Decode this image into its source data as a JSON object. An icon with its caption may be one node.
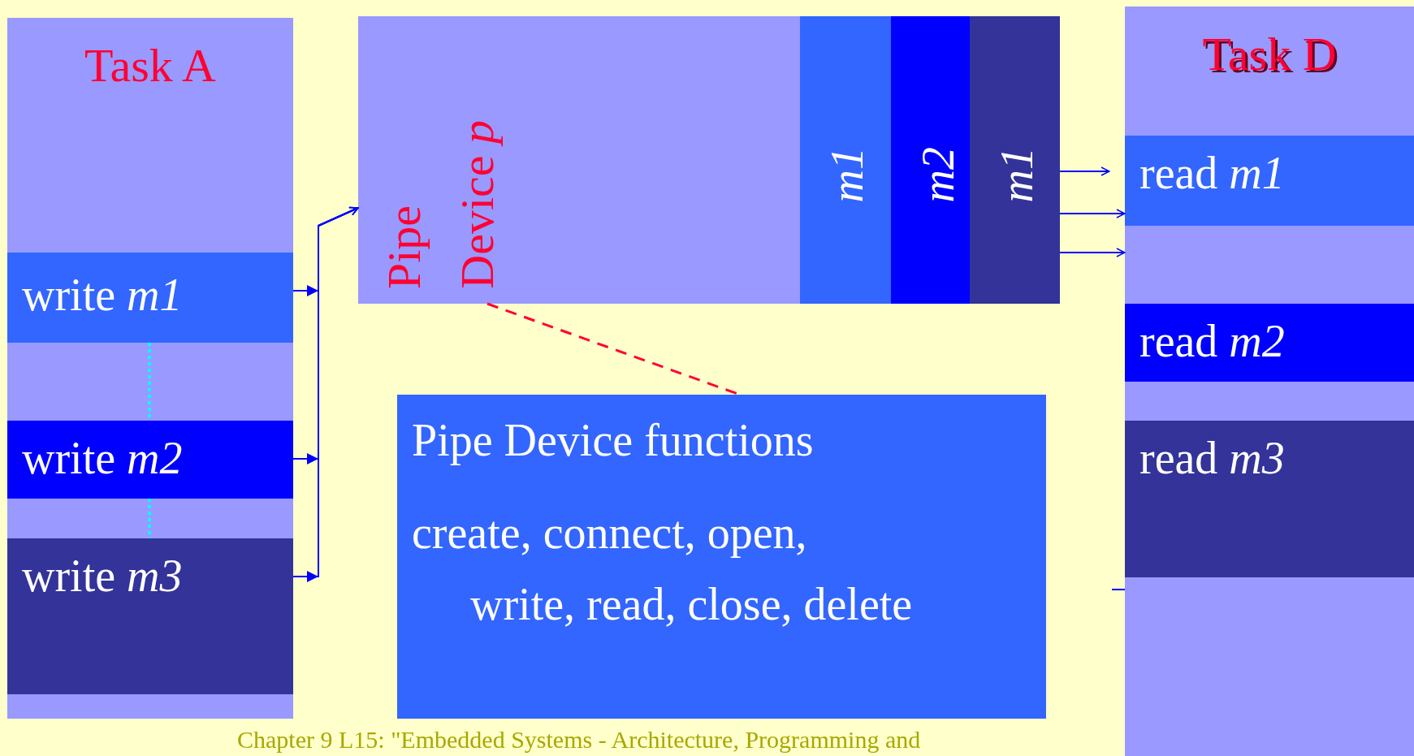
{
  "diagram": {
    "caption": "Chapter 9 L15: \"Embedded Systems - Architecture, Programming and",
    "nodes": [
      {
        "text": [
          "Task A"
        ]
      },
      {
        "text": [
          "write *m1*"
        ],
        "in": 0
      },
      {
        "text": [
          "write *m2*"
        ],
        "in": 0
      },
      {
        "text": [
          "write *m3*"
        ],
        "in": 0
      },
      {
        "text": [
          "Pipe",
          "Device *p*"
        ]
      },
      {
        "text": [
          "m1"
        ],
        "in": 4
      },
      {
        "text": [
          "m2"
        ],
        "in": 4
      },
      {
        "text": [
          "m1"
        ],
        "in": 4
      },
      {
        "text": [
          "Pipe Device functions",
          "create, connect, open, write, read, close, delete"
        ]
      },
      {
        "text": [
          "Task D"
        ]
      },
      {
        "text": [
          "read *m1*"
        ],
        "in": 9
      },
      {
        "text": [
          "read *m2*"
        ],
        "in": 9
      },
      {
        "text": [
          "read *m3*"
        ],
        "in": 9
      }
    ],
    "edges": [
      {
        "from": 1,
        "to": 4,
        "arrow": "to"
      },
      {
        "from": 2,
        "to": 4,
        "arrow": "to"
      },
      {
        "from": 3,
        "to": 4,
        "arrow": "to"
      },
      {
        "from": 7,
        "to": 10,
        "arrow": "to"
      },
      {
        "from": 7,
        "to": 10,
        "arrow": "to"
      },
      {
        "from": 7,
        "to": 9,
        "arrow": "to"
      },
      {
        "from": 4,
        "to": 8,
        "arrow": "none",
        "style": "dashed",
        "color": "#ff0033"
      },
      {
        "from": 1,
        "to": 2,
        "arrow": "none",
        "style": "dashed",
        "color": "#00ffff"
      },
      {
        "from": 2,
        "to": 3,
        "arrow": "none",
        "style": "dashed",
        "color": "#00ffff"
      }
    ]
  }
}
